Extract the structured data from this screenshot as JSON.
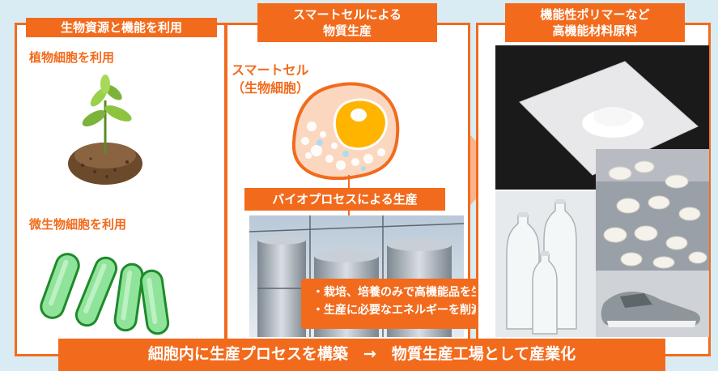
{
  "panel1": {
    "title": "生物資源と機能を利用",
    "plant_label": "植物細胞を利用",
    "microbe_label": "微生物細胞を利用",
    "plant_image": "plant-seedling-photo",
    "microbe_image": "bacteria-cells-illustration"
  },
  "panel2": {
    "title_line1": "スマートセルによる",
    "title_line2": "物質生産",
    "cell_label_line1": "スマートセル",
    "cell_label_line2": "（生物細胞）",
    "bioprocess_label": "バイオプロセスによる生産",
    "factory_image": "bioprocess-tank-photo",
    "bullet1": "・栽培、培養のみで高機能品を生産",
    "bullet2": "・生産に必要なエネルギーを削減"
  },
  "panel3": {
    "title_line1": "機能性ポリマーなど",
    "title_line2": "高機能材料原料",
    "images": [
      "white-powder-photo",
      "pills-photo",
      "plastic-bottles-photo",
      "sneakers-photo"
    ]
  },
  "banner": {
    "text": "細胞内に生産プロセスを構築　→　物質生産工場として産業化"
  },
  "colors": {
    "accent": "#f26b1d",
    "arrow": "#f9b48c",
    "background": "#d9ecf4",
    "cell_fill": "#fbd7bf",
    "nucleus": "#ffb400",
    "bacteria": "#8fe39a"
  }
}
